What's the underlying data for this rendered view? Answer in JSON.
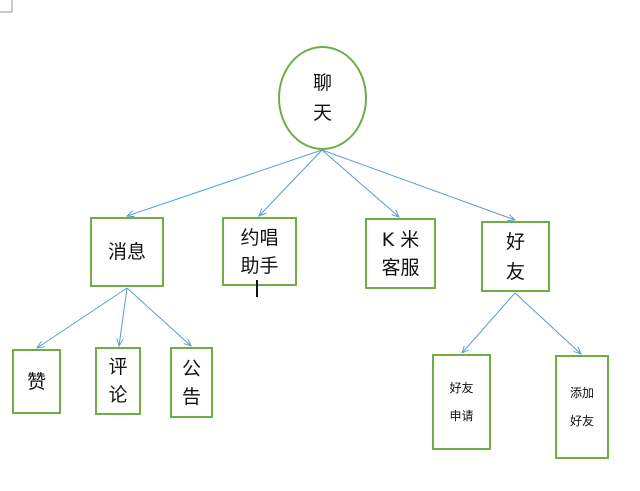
{
  "diagram": {
    "root": {
      "label": "聊\n天"
    },
    "level1": [
      {
        "key": "xiaoxi",
        "label": "消息"
      },
      {
        "key": "yuechang",
        "label": "约唱\n助手"
      },
      {
        "key": "kmi",
        "label": "K 米\n客服"
      },
      {
        "key": "haoyou",
        "label": "好\n友"
      }
    ],
    "xiaoxi_children": [
      {
        "key": "zan",
        "label": "赞"
      },
      {
        "key": "pinglun",
        "label": "评\n论"
      },
      {
        "key": "gonggao",
        "label": "公\n告"
      }
    ],
    "haoyou_children": [
      {
        "key": "shenqing",
        "label": "好友\n申请"
      },
      {
        "key": "tianjia",
        "label": "添加\n好友"
      }
    ],
    "colors": {
      "node_border": "#70ad47",
      "connector": "#5b9bd5",
      "text": "#111111"
    }
  }
}
